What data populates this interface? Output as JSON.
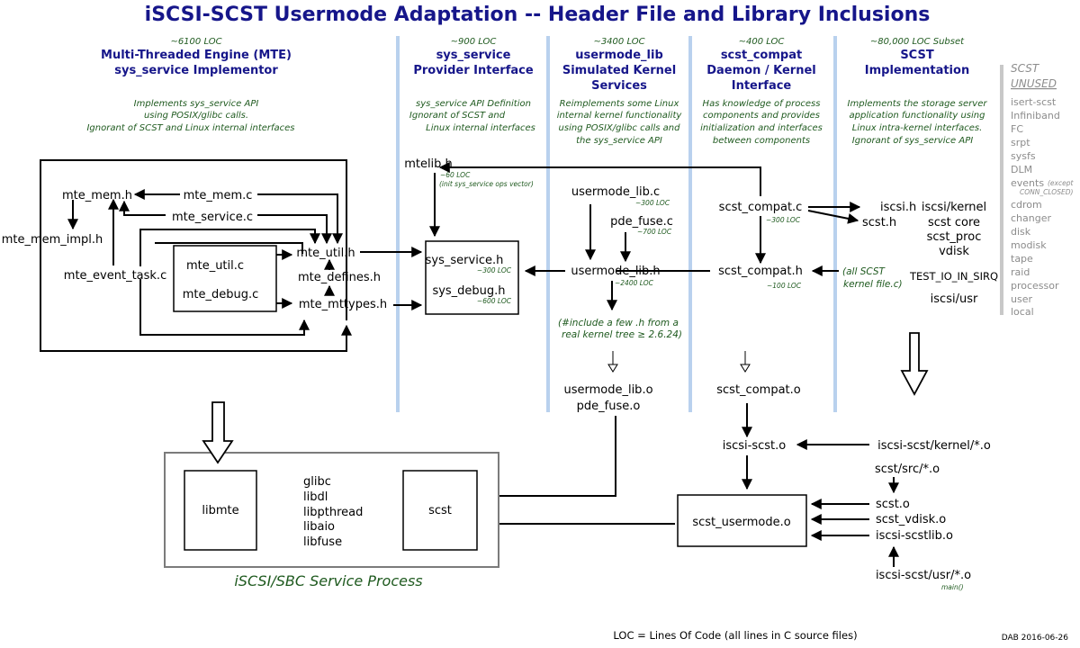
{
  "title": "iSCSI-SCST Usermode Adaptation -- Header File and Library Inclusions",
  "columns": {
    "mte": {
      "loc": "~6100 LOC",
      "head": [
        "Multi-Threaded Engine (MTE)",
        "sys_service Implementor"
      ],
      "desc": [
        "Implements sys_service API",
        "using POSIX/glibc calls.",
        "Ignorant of SCST and Linux internal interfaces"
      ]
    },
    "sys_service": {
      "loc": "~900 LOC",
      "head": [
        "sys_service",
        "Provider Interface"
      ],
      "desc": [
        "sys_service API Definition",
        "Ignorant of SCST and",
        "Linux internal interfaces"
      ]
    },
    "usermode_lib": {
      "loc": "~3400 LOC",
      "head": [
        "usermode_lib",
        "Simulated Kernel",
        "Services"
      ],
      "desc": [
        "Reimplements some Linux",
        "internal kernel functionality",
        "using POSIX/glibc calls and",
        "the sys_service API"
      ]
    },
    "scst_compat": {
      "loc": "~400 LOC",
      "head": [
        "scst_compat",
        "Daemon / Kernel",
        "Interface"
      ],
      "desc": [
        "Has knowledge of process",
        "components and provides",
        "initialization and interfaces",
        "between components"
      ]
    },
    "scst": {
      "loc": "~80,000 LOC Subset",
      "head": [
        "SCST",
        "Implementation"
      ],
      "desc": [
        "Implements the storage server",
        "application functionality using",
        "Linux intra-kernel interfaces.",
        "Ignorant of sys_service API"
      ]
    }
  },
  "unused": {
    "head": [
      "SCST",
      "UNUSED"
    ],
    "items": [
      "isert-scst",
      "Infiniband",
      "FC",
      "srpt",
      "sysfs",
      "DLM",
      "events",
      "cdrom",
      "changer",
      "disk",
      "modisk",
      "tape",
      "raid",
      "processor",
      "user",
      "local"
    ],
    "events_note": [
      "(except",
      "CONN_CLOSED)"
    ]
  },
  "nodes": {
    "mte_mem_h": "mte_mem.h",
    "mte_mem_c": "mte_mem.c",
    "mte_service_c": "mte_service.c",
    "mte_mem_impl_h": "mte_mem_impl.h",
    "mte_event_task_c": "mte_event_task.c",
    "mte_util_c": "mte_util.c",
    "mte_debug_c": "mte_debug.c",
    "mte_util_h": "mte_util.h",
    "mte_defines_h": "mte_defines.h",
    "mte_mttypes_h": "mte_mttypes.h",
    "mtelib_h": "mtelib.h",
    "mtelib_loc": "~60 LOC",
    "mtelib_note": "(init sys_service ops vector)",
    "sys_service_h": "sys_service.h",
    "sys_service_loc": "~300 LOC",
    "sys_debug_h": "sys_debug.h",
    "sys_debug_loc": "~600 LOC",
    "usermode_lib_c": "usermode_lib.c",
    "usermode_lib_c_loc": "~300 LOC",
    "pde_fuse_c": "pde_fuse.c",
    "pde_fuse_loc": "~700 LOC",
    "usermode_lib_h": "usermode_lib.h",
    "usermode_lib_h_loc": "~2400 LOC",
    "kernel_note": [
      "(#include a few .h from a",
      "real kernel tree ≥ 2.6.24)"
    ],
    "usermode_lib_o": "usermode_lib.o",
    "pde_fuse_o": "pde_fuse.o",
    "scst_compat_c": "scst_compat.c",
    "scst_compat_c_loc": "~300 LOC",
    "scst_compat_h": "scst_compat.h",
    "scst_compat_h_loc": "~100 LOC",
    "all_scst_note": [
      "(all SCST",
      "kernel file.c)"
    ],
    "scst_compat_o": "scst_compat.o",
    "iscsi_h": "iscsi.h",
    "scst_h": "scst.h",
    "iscsi_kernel": "iscsi/kernel",
    "scst_core": "scst core",
    "scst_proc": "scst_proc",
    "vdisk": "vdisk",
    "test_io": "TEST_IO_IN_SIRQ",
    "iscsi_usr": "iscsi/usr",
    "iscsi_scst_o": "iscsi-scst.o",
    "iscsi_scst_kernel_o": "iscsi-scst/kernel/*.o",
    "scst_src_o": "scst/src/*.o",
    "scst_o": "scst.o",
    "scst_vdisk_o": "scst_vdisk.o",
    "iscsi_scstlib_o": "iscsi-scstlib.o",
    "iscsi_scst_usr_o": "iscsi-scst/usr/*.o",
    "main_note": "main()",
    "scst_usermode_o": "scst_usermode.o"
  },
  "service": {
    "libmte": "libmte",
    "libs": [
      "glibc",
      "libdl",
      "libpthread",
      "libaio",
      "libfuse"
    ],
    "scst": "scst",
    "label": "iSCSI/SBC Service Process"
  },
  "footer": {
    "legend": "LOC = Lines Of Code (all lines in C source files)",
    "credit": "DAB 2016-06-26"
  }
}
